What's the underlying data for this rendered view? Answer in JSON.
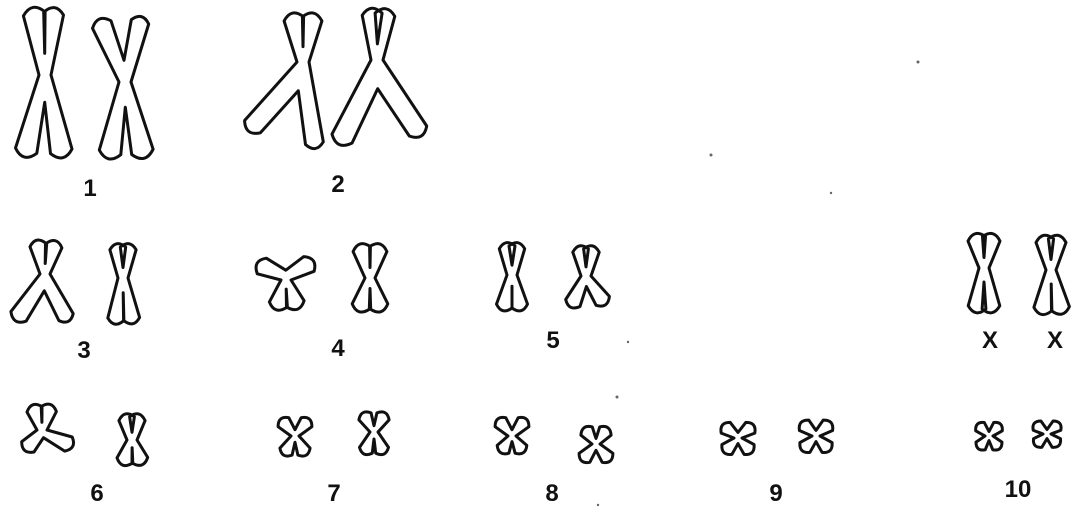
{
  "figure": {
    "ink_color": "#111111",
    "background": "#ffffff"
  },
  "pairs": [
    {
      "label": "1"
    },
    {
      "label": "2"
    },
    {
      "label": "3"
    },
    {
      "label": "4"
    },
    {
      "label": "5"
    },
    {
      "label": "X",
      "second_label": "X"
    },
    {
      "label": "6"
    },
    {
      "label": "7"
    },
    {
      "label": "8"
    },
    {
      "label": "9"
    },
    {
      "label": "10"
    }
  ]
}
